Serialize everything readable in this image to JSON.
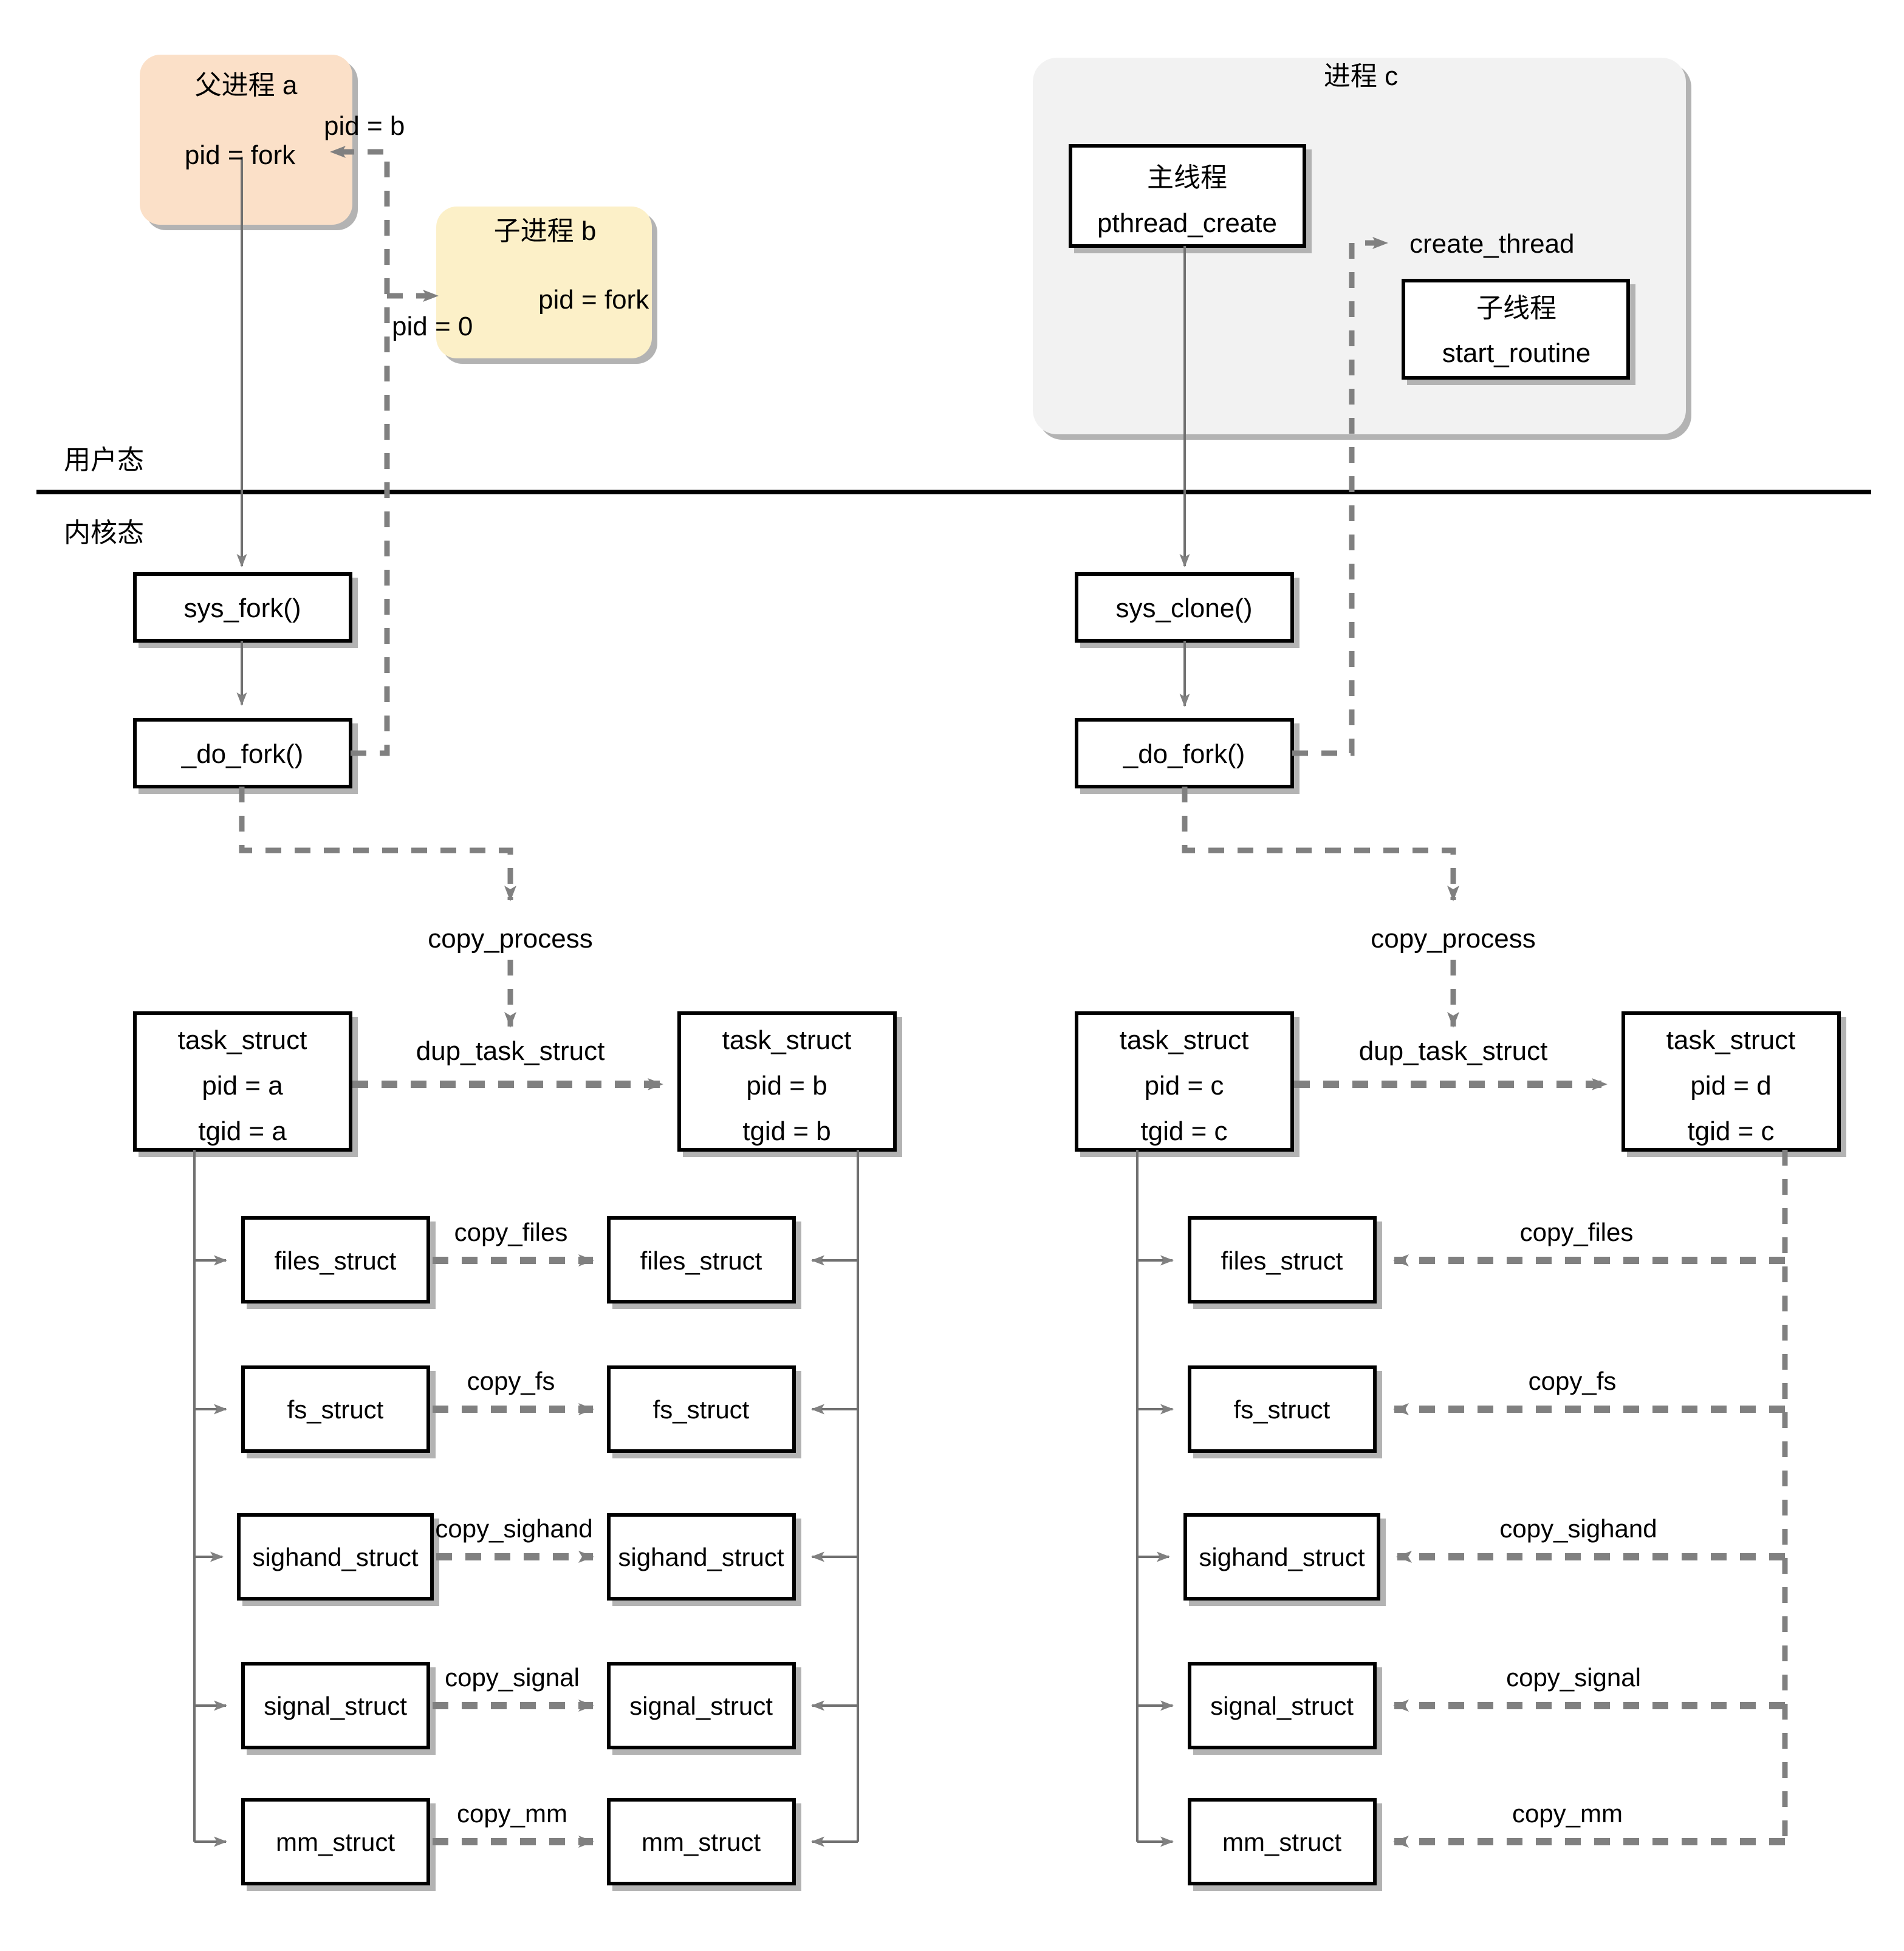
{
  "diagram": {
    "title_hidden": "",
    "mode_labels": {
      "user": "用户态",
      "kernel": "内核态"
    },
    "left_flow": {
      "parent_process": {
        "title": "父进程 a",
        "body": "pid = fork",
        "fill": "#fbe0c8"
      },
      "child_process": {
        "title": "子进程 b",
        "body": "pid = fork",
        "fill": "#fcf0c8"
      },
      "ret_parent_label": "pid = b",
      "ret_child_label": "pid = 0",
      "syscall_box": "sys_fork()",
      "do_fork_box": "_do_fork()",
      "copy_process_label": "copy_process",
      "dup_task_struct_label": "dup_task_struct",
      "task_a": {
        "name": "task_struct",
        "pid": "pid = a",
        "tgid": "tgid = a"
      },
      "task_b": {
        "name": "task_struct",
        "pid": "pid = b",
        "tgid": "tgid = b"
      },
      "rows": [
        {
          "left": "files_struct",
          "label": "copy_files",
          "right": "files_struct"
        },
        {
          "left": "fs_struct",
          "label": "copy_fs",
          "right": "fs_struct"
        },
        {
          "left": "sighand_struct",
          "label": "copy_sighand",
          "right": "sighand_struct"
        },
        {
          "left": "signal_struct",
          "label": "copy_signal",
          "right": "signal_struct"
        },
        {
          "left": "mm_struct",
          "label": "copy_mm",
          "right": "mm_struct"
        }
      ]
    },
    "right_flow": {
      "process_group": {
        "title": "进程 c",
        "fill": "#f2f2f2"
      },
      "main_thread": {
        "title": "主线程",
        "body": "pthread_create"
      },
      "child_thread": {
        "title": "子线程",
        "body": "start_routine"
      },
      "create_thread_label": "create_thread",
      "syscall_box": "sys_clone()",
      "do_fork_box": "_do_fork()",
      "copy_process_label": "copy_process",
      "dup_task_struct_label": "dup_task_struct",
      "task_c": {
        "name": "task_struct",
        "pid": "pid = c",
        "tgid": "tgid = c"
      },
      "task_d": {
        "name": "task_struct",
        "pid": "pid = d",
        "tgid": "tgid = c"
      },
      "rows": [
        {
          "left": "files_struct",
          "label": "copy_files"
        },
        {
          "left": "fs_struct",
          "label": "copy_fs"
        },
        {
          "left": "sighand_struct",
          "label": "copy_sighand"
        },
        {
          "left": "signal_struct",
          "label": "copy_signal"
        },
        {
          "left": "mm_struct",
          "label": "copy_mm"
        }
      ]
    },
    "colors": {
      "line": "#808080",
      "solid_line": "#707070",
      "box_border": "#000000",
      "box_fill": "#ffffff",
      "shadow": "#b3b3b3",
      "parent_fill": "#fbe0c8",
      "child_fill": "#fcf0c8",
      "group_fill": "#f2f2f2",
      "divider": "#000000"
    }
  }
}
